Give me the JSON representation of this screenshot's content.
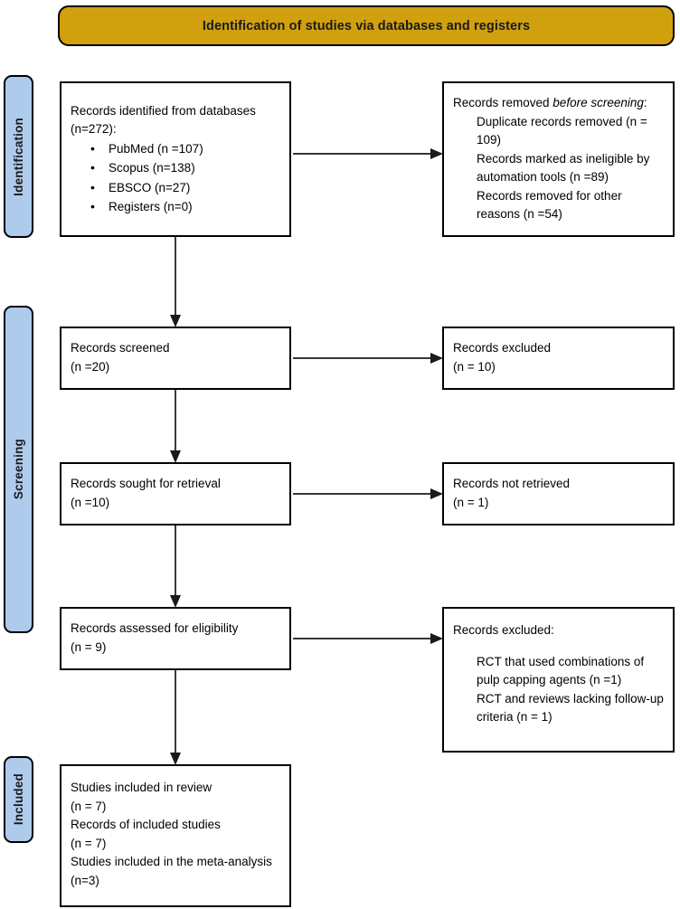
{
  "banner": {
    "title": "Identification of studies via databases and registers",
    "color": "#D0A00F"
  },
  "stages": {
    "identification": "Identification",
    "screening": "Screening",
    "included": "Included",
    "color": "#AECBEC"
  },
  "boxes": {
    "identified": {
      "title": "Records identified from databases (n=272):",
      "line1": "Records identified from databases",
      "line2": "(n=272):",
      "items": [
        "PubMed (n =107)",
        "Scopus (n=138)",
        "EBSCO (n=27)",
        "Registers (n=0)"
      ]
    },
    "removed": {
      "heading_prefix": "Records removed ",
      "heading_italic": "before screening",
      "heading_suffix": ":",
      "items": [
        "Duplicate records removed (n = 109)",
        "Records marked as ineligible by automation tools (n =89)",
        "Records removed for other reasons (n =54)"
      ]
    },
    "screened": {
      "label": "Records screened",
      "count": "(n =20)"
    },
    "excluded_1": {
      "label": "Records excluded",
      "count": "(n = 10)"
    },
    "sought": {
      "label": "Records sought for retrieval",
      "count": "(n =10)"
    },
    "not_retrieved": {
      "label": "Records not retrieved",
      "count": "(n = 1)"
    },
    "eligibility": {
      "label": "Records assessed for eligibility",
      "count": "(n = 9)"
    },
    "excluded_2": {
      "heading": "Records excluded:",
      "items": [
        "RCT that used combinations of pulp capping agents (n =1)",
        "RCT and reviews lacking follow-up criteria (n = 1)"
      ]
    },
    "included": {
      "text": "Studies included in review\n(n = 7)\nRecords of included studies\n(n = 7)\nStudies included in the meta-analysis\n(n=3)"
    }
  },
  "chart_data": {
    "type": "diagram",
    "title": "PRISMA 2020 flow diagram",
    "nodes": [
      {
        "id": "identified",
        "stage": "Identification",
        "label": "Records identified from databases",
        "n": 272,
        "sources": [
          {
            "name": "PubMed",
            "n": 107
          },
          {
            "name": "Scopus",
            "n": 138
          },
          {
            "name": "EBSCO",
            "n": 27
          },
          {
            "name": "Registers",
            "n": 0
          }
        ]
      },
      {
        "id": "removed",
        "stage": "Identification",
        "label": "Records removed before screening",
        "reasons": [
          {
            "name": "Duplicate records removed",
            "n": 109
          },
          {
            "name": "Records marked as ineligible by automation tools",
            "n": 89
          },
          {
            "name": "Records removed for other reasons",
            "n": 54
          }
        ]
      },
      {
        "id": "screened",
        "stage": "Screening",
        "label": "Records screened",
        "n": 20
      },
      {
        "id": "excluded_1",
        "stage": "Screening",
        "label": "Records excluded",
        "n": 10
      },
      {
        "id": "sought",
        "stage": "Screening",
        "label": "Records sought for retrieval",
        "n": 10
      },
      {
        "id": "not_retrieved",
        "stage": "Screening",
        "label": "Records not retrieved",
        "n": 1
      },
      {
        "id": "eligibility",
        "stage": "Screening",
        "label": "Records assessed for eligibility",
        "n": 9
      },
      {
        "id": "excluded_2",
        "stage": "Screening",
        "label": "Records excluded",
        "reasons": [
          {
            "name": "RCT that used combinations of pulp capping agents",
            "n": 1
          },
          {
            "name": "RCT and reviews lacking follow-up criteria",
            "n": 1
          }
        ]
      },
      {
        "id": "included",
        "stage": "Included",
        "label": "Studies included in review",
        "n": 7,
        "extra": [
          {
            "name": "Records of included studies",
            "n": 7
          },
          {
            "name": "Studies included in the meta-analysis",
            "n": 3
          }
        ]
      }
    ],
    "edges": [
      {
        "from": "identified",
        "to": "removed",
        "direction": "right"
      },
      {
        "from": "identified",
        "to": "screened",
        "direction": "down"
      },
      {
        "from": "screened",
        "to": "excluded_1",
        "direction": "right"
      },
      {
        "from": "screened",
        "to": "sought",
        "direction": "down"
      },
      {
        "from": "sought",
        "to": "not_retrieved",
        "direction": "right"
      },
      {
        "from": "sought",
        "to": "eligibility",
        "direction": "down"
      },
      {
        "from": "eligibility",
        "to": "excluded_2",
        "direction": "right"
      },
      {
        "from": "eligibility",
        "to": "included",
        "direction": "down"
      }
    ]
  }
}
